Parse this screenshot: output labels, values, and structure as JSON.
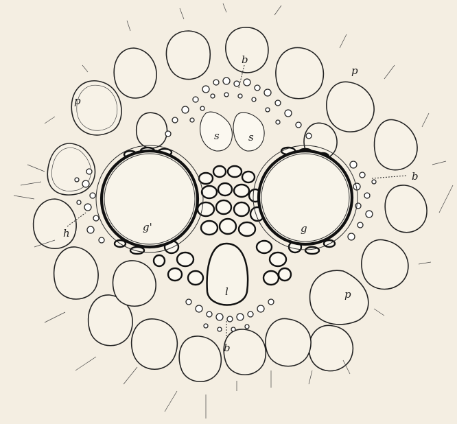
{
  "figure": {
    "labels": {
      "p_top_left": "p",
      "p_top_right": "p",
      "p_bottom_right": "p",
      "b_top": "b",
      "b_right": "b",
      "b_bottom": "b",
      "h_left": "h",
      "g_left": "g'",
      "g_right": "g",
      "s_left": "s",
      "s_right": "s",
      "l_center": "l"
    }
  }
}
